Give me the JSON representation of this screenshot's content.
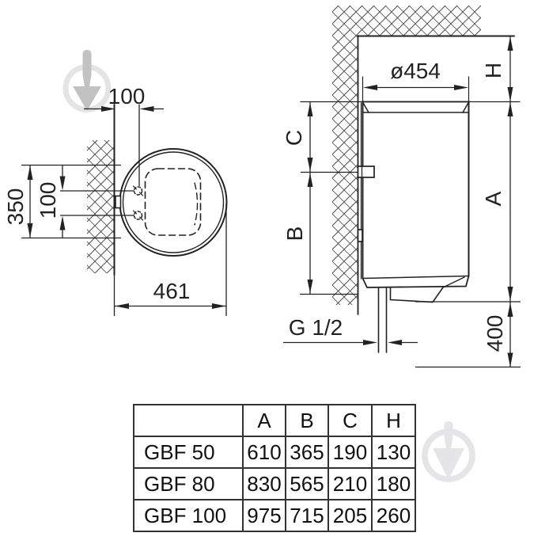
{
  "meta": {
    "description": "Technical dimension drawing of a wall-mounted water heater (top view and side view) with size table",
    "watermark_icon": "down-arrow-in-circle"
  },
  "colors": {
    "line": "#222222",
    "hatch": "#4d4d4d",
    "watermark_ring": "#e4e4e4",
    "watermark_arrow": "#c2c2c2",
    "watermark_light": "#e5e5e7",
    "table_border": "#333333",
    "background": "#ffffff"
  },
  "top_view": {
    "hole_offset_label": "100",
    "mount_height_label": "350",
    "hole_spacing_label": "100",
    "overall_width_label": "461"
  },
  "side_view": {
    "diameter_label": "ø454",
    "top_clearance_label": "H",
    "upper_section_label": "C",
    "lower_section_label": "B",
    "overall_height_label": "A",
    "bottom_clearance_label": "400",
    "pipe_thread_label": "G 1/2"
  },
  "table": {
    "columns": [
      "",
      "A",
      "B",
      "C",
      "H"
    ],
    "rows": [
      {
        "model": "GBF 50",
        "values": [
          "610",
          "365",
          "190",
          "130"
        ]
      },
      {
        "model": "GBF 80",
        "values": [
          "830",
          "565",
          "210",
          "180"
        ]
      },
      {
        "model": "GBF 100",
        "values": [
          "975",
          "715",
          "205",
          "260"
        ]
      }
    ]
  }
}
